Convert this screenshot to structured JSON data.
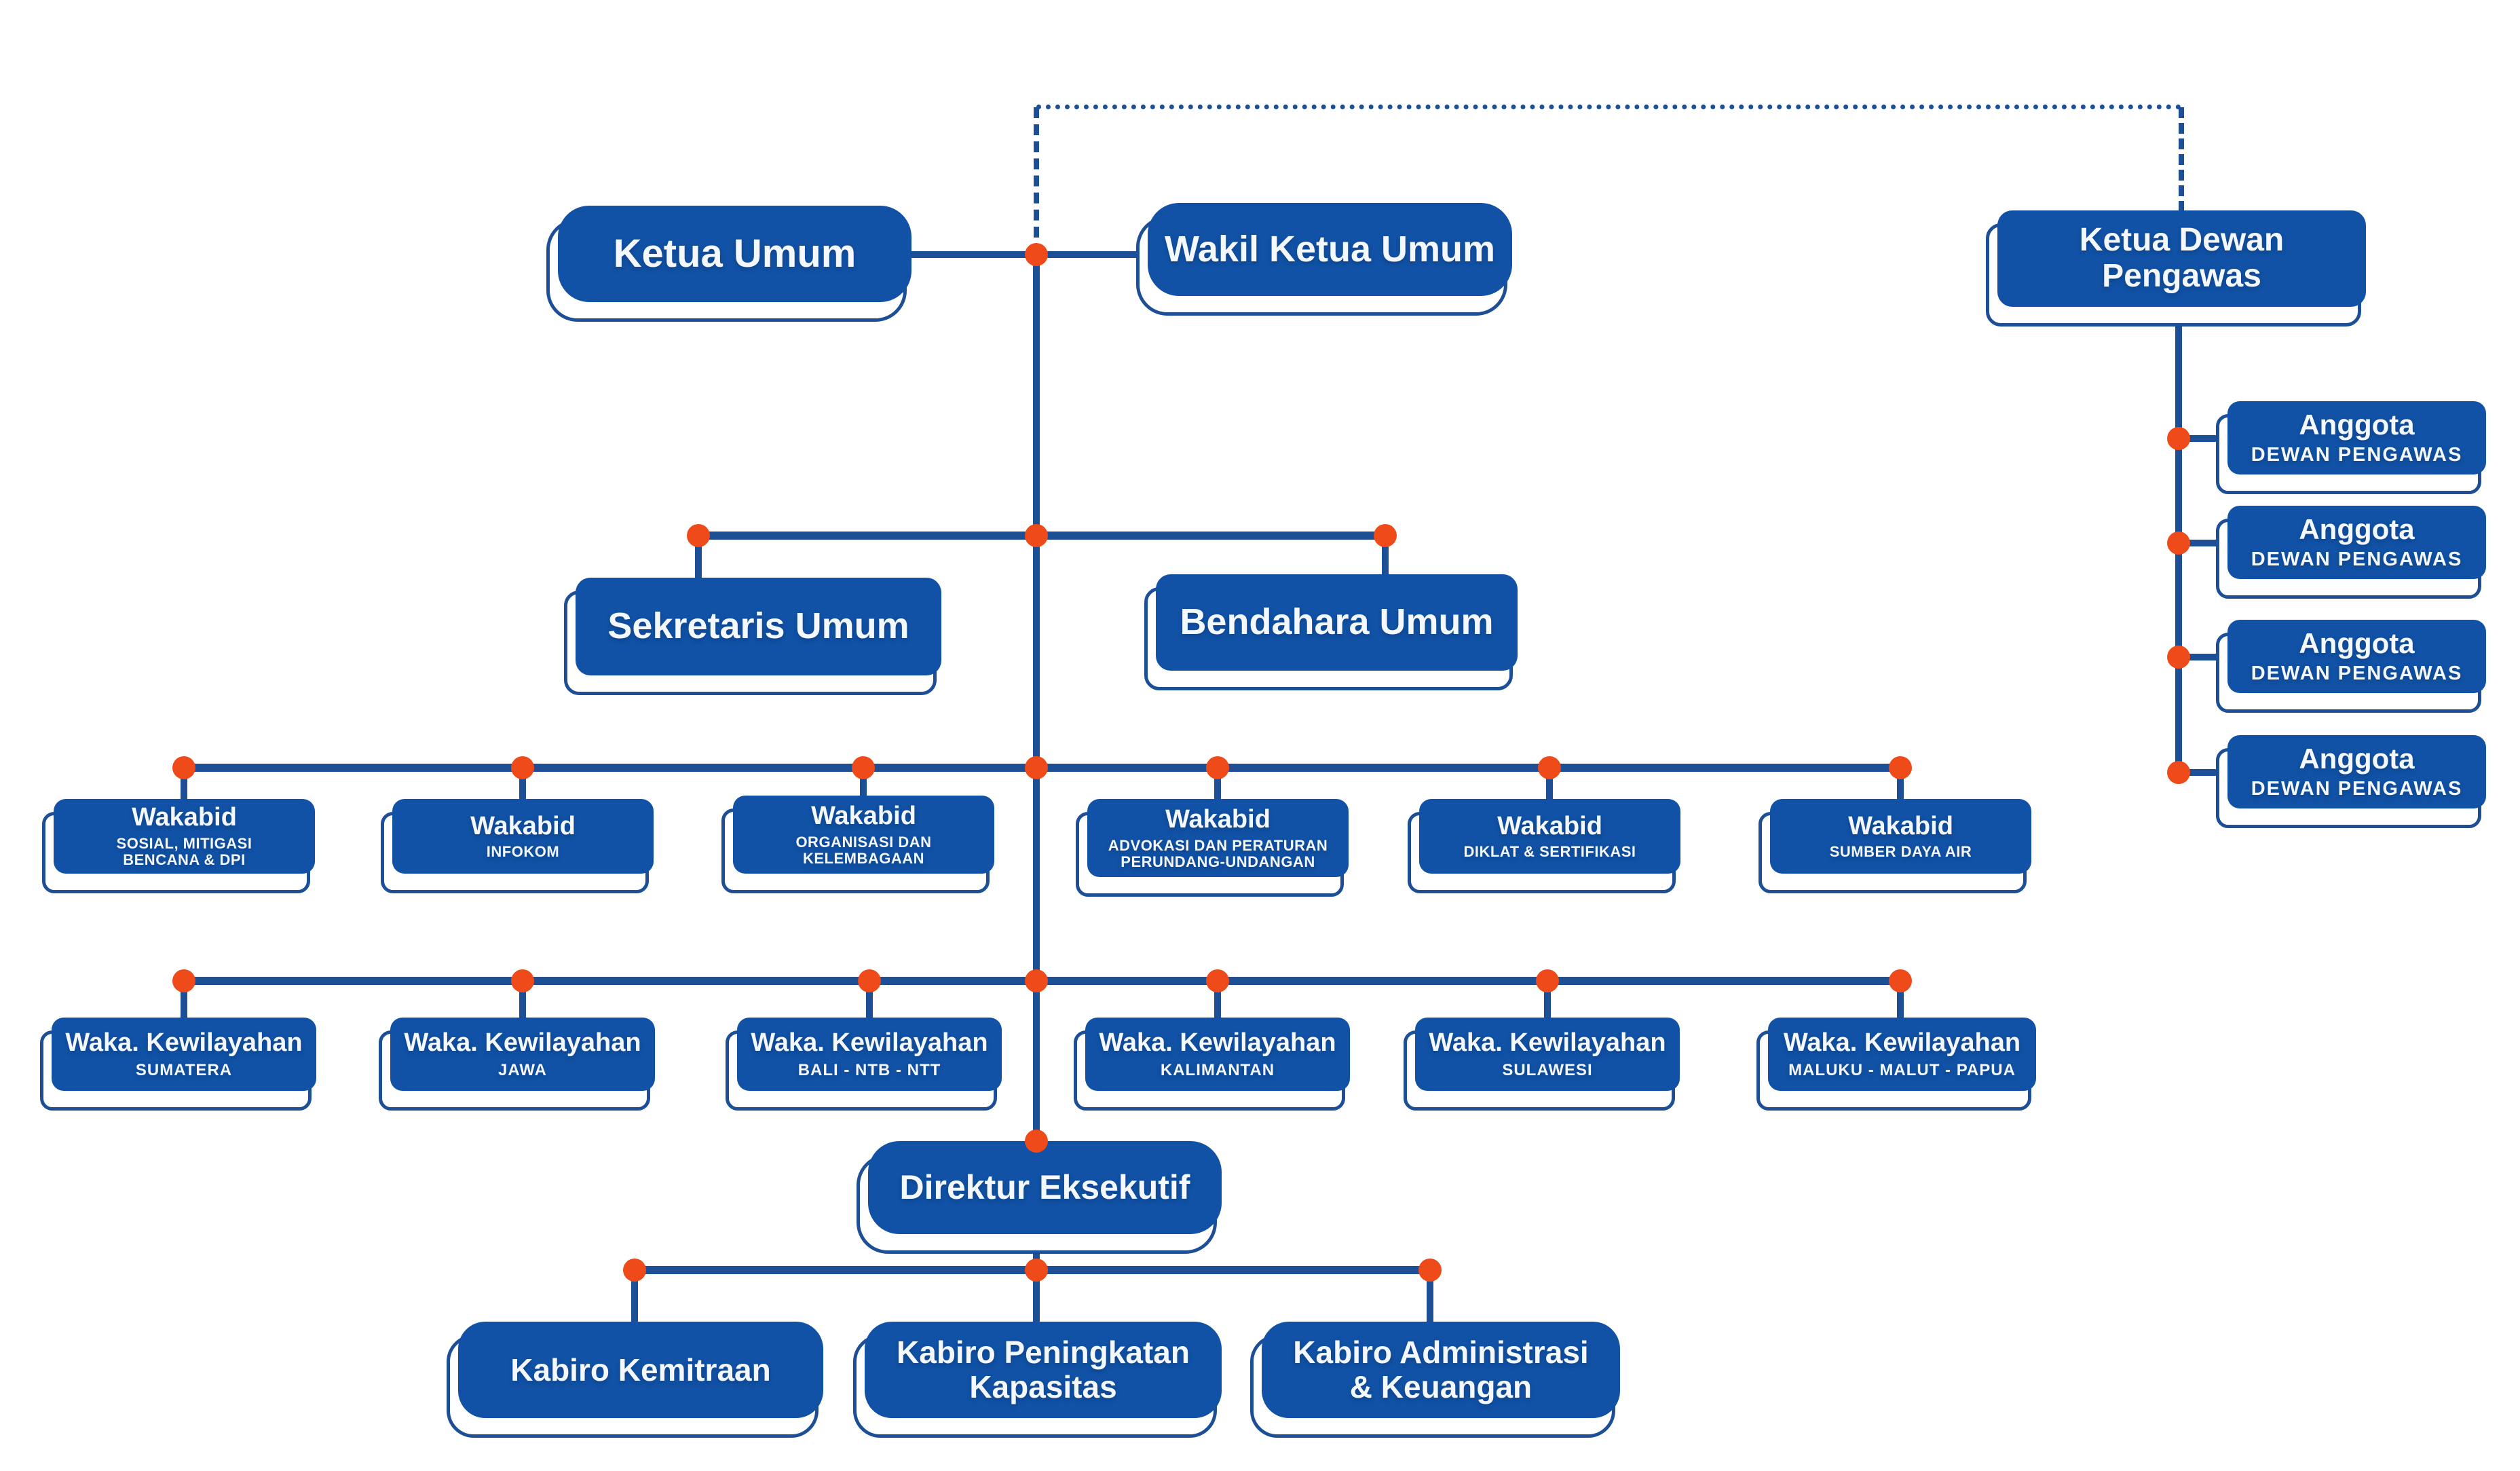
{
  "colors": {
    "box_blue": "#1152a6",
    "line_navy": "#1d4f97",
    "dot_orange": "#ee4a1a",
    "text_light": "#f4f8fd",
    "background": "#ffffff"
  },
  "nodes": {
    "ketua_umum": {
      "title": "Ketua Umum"
    },
    "wakil_ketua_umum": {
      "title": "Wakil Ketua Umum"
    },
    "ketua_dewan_pengawas": {
      "title": "Ketua Dewan\nPengawas"
    },
    "anggota_1": {
      "title": "Anggota",
      "subtitle": "DEWAN PENGAWAS"
    },
    "anggota_2": {
      "title": "Anggota",
      "subtitle": "DEWAN PENGAWAS"
    },
    "anggota_3": {
      "title": "Anggota",
      "subtitle": "DEWAN PENGAWAS"
    },
    "anggota_4": {
      "title": "Anggota",
      "subtitle": "DEWAN PENGAWAS"
    },
    "sekretaris_umum": {
      "title": "Sekretaris Umum"
    },
    "bendahara_umum": {
      "title": "Bendahara Umum"
    },
    "wakabid_1": {
      "title": "Wakabid",
      "subtitle": "SOSIAL, MITIGASI\nBENCANA & DPI"
    },
    "wakabid_2": {
      "title": "Wakabid",
      "subtitle": "INFOKOM"
    },
    "wakabid_3": {
      "title": "Wakabid",
      "subtitle": "ORGANISASI DAN\nKELEMBAGAAN"
    },
    "wakabid_4": {
      "title": "Wakabid",
      "subtitle": "ADVOKASI DAN PERATURAN\nPERUNDANG-UNDANGAN"
    },
    "wakabid_5": {
      "title": "Wakabid",
      "subtitle": "DIKLAT & SERTIFIKASI"
    },
    "wakabid_6": {
      "title": "Wakabid",
      "subtitle": "SUMBER DAYA AIR"
    },
    "kewilayahan_1": {
      "title": "Waka. Kewilayahan",
      "subtitle": "SUMATERA"
    },
    "kewilayahan_2": {
      "title": "Waka. Kewilayahan",
      "subtitle": "JAWA"
    },
    "kewilayahan_3": {
      "title": "Waka. Kewilayahan",
      "subtitle": "BALI - NTB - NTT"
    },
    "kewilayahan_4": {
      "title": "Waka. Kewilayahan",
      "subtitle": "KALIMANTAN"
    },
    "kewilayahan_5": {
      "title": "Waka. Kewilayahan",
      "subtitle": "SULAWESI"
    },
    "kewilayahan_6": {
      "title": "Waka. Kewilayahan",
      "subtitle": "MALUKU - MALUT - PAPUA"
    },
    "direktur_eksekutif": {
      "title": "Direktur Eksekutif"
    },
    "kabiro_1": {
      "title": "Kabiro Kemitraan"
    },
    "kabiro_2": {
      "title": "Kabiro Peningkatan\nKapasitas"
    },
    "kabiro_3": {
      "title": "Kabiro Administrasi\n& Keuangan"
    }
  },
  "edges": [
    {
      "from": "ketua_umum",
      "to": "wakil_ketua_umum",
      "style": "solid"
    },
    {
      "from": "ketua_umum",
      "to": "ketua_dewan_pengawas",
      "style": "dotted"
    },
    {
      "from": "ketua_dewan_pengawas",
      "to": "anggota_1",
      "style": "solid"
    },
    {
      "from": "ketua_dewan_pengawas",
      "to": "anggota_2",
      "style": "solid"
    },
    {
      "from": "ketua_dewan_pengawas",
      "to": "anggota_3",
      "style": "solid"
    },
    {
      "from": "ketua_dewan_pengawas",
      "to": "anggota_4",
      "style": "solid"
    },
    {
      "from": "ketua_umum",
      "to": "sekretaris_umum",
      "style": "solid"
    },
    {
      "from": "ketua_umum",
      "to": "bendahara_umum",
      "style": "solid"
    },
    {
      "from": "ketua_umum",
      "to": "wakabid_1",
      "style": "solid"
    },
    {
      "from": "ketua_umum",
      "to": "wakabid_2",
      "style": "solid"
    },
    {
      "from": "ketua_umum",
      "to": "wakabid_3",
      "style": "solid"
    },
    {
      "from": "ketua_umum",
      "to": "wakabid_4",
      "style": "solid"
    },
    {
      "from": "ketua_umum",
      "to": "wakabid_5",
      "style": "solid"
    },
    {
      "from": "ketua_umum",
      "to": "wakabid_6",
      "style": "solid"
    },
    {
      "from": "ketua_umum",
      "to": "kewilayahan_1",
      "style": "solid"
    },
    {
      "from": "ketua_umum",
      "to": "kewilayahan_2",
      "style": "solid"
    },
    {
      "from": "ketua_umum",
      "to": "kewilayahan_3",
      "style": "solid"
    },
    {
      "from": "ketua_umum",
      "to": "kewilayahan_4",
      "style": "solid"
    },
    {
      "from": "ketua_umum",
      "to": "kewilayahan_5",
      "style": "solid"
    },
    {
      "from": "ketua_umum",
      "to": "kewilayahan_6",
      "style": "solid"
    },
    {
      "from": "ketua_umum",
      "to": "direktur_eksekutif",
      "style": "solid"
    },
    {
      "from": "direktur_eksekutif",
      "to": "kabiro_1",
      "style": "solid"
    },
    {
      "from": "direktur_eksekutif",
      "to": "kabiro_2",
      "style": "solid"
    },
    {
      "from": "direktur_eksekutif",
      "to": "kabiro_3",
      "style": "solid"
    }
  ]
}
